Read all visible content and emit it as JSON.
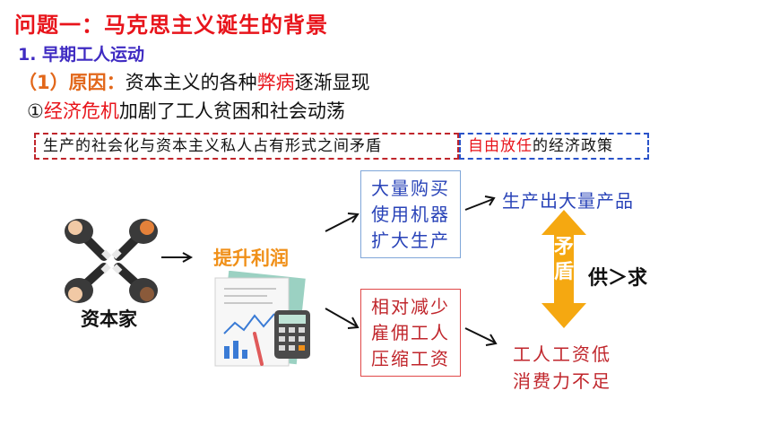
{
  "title": "问题一：马克思主义诞生的背景",
  "subtitle": "1. 早期工人运动",
  "cause": {
    "label": "（1）原因",
    "sep": "：",
    "text_a": "资本主义的各种",
    "text_red": "弊病",
    "text_b": "逐渐显现"
  },
  "point1": {
    "num": "①",
    "red": "经济危机",
    "rest": "加剧了工人贫困和社会动荡"
  },
  "contradiction_box": "生产的社会化与资本主义私人占有形式之间矛盾",
  "policy_box": {
    "red": "自由放任",
    "rest": "的经济政策"
  },
  "capitalist_label": "资本家",
  "profit_label": "提升利润",
  "expand_lines": [
    "大量购买",
    "使用机器",
    "扩大生产"
  ],
  "reduce_lines": [
    "相对减少",
    "雇佣工人",
    "压缩工资"
  ],
  "outcome_top": "生产出大量产品",
  "outcome_bottom": [
    "工人工资低",
    "消费力不足"
  ],
  "contradiction_label": [
    "矛",
    "盾"
  ],
  "supply_demand": "供＞求",
  "colors": {
    "title": "#e8141b",
    "subtitle": "#3f2bc2",
    "accent_orange": "#f09019",
    "blue_text": "#2943b8",
    "red_text": "#c0262c"
  }
}
